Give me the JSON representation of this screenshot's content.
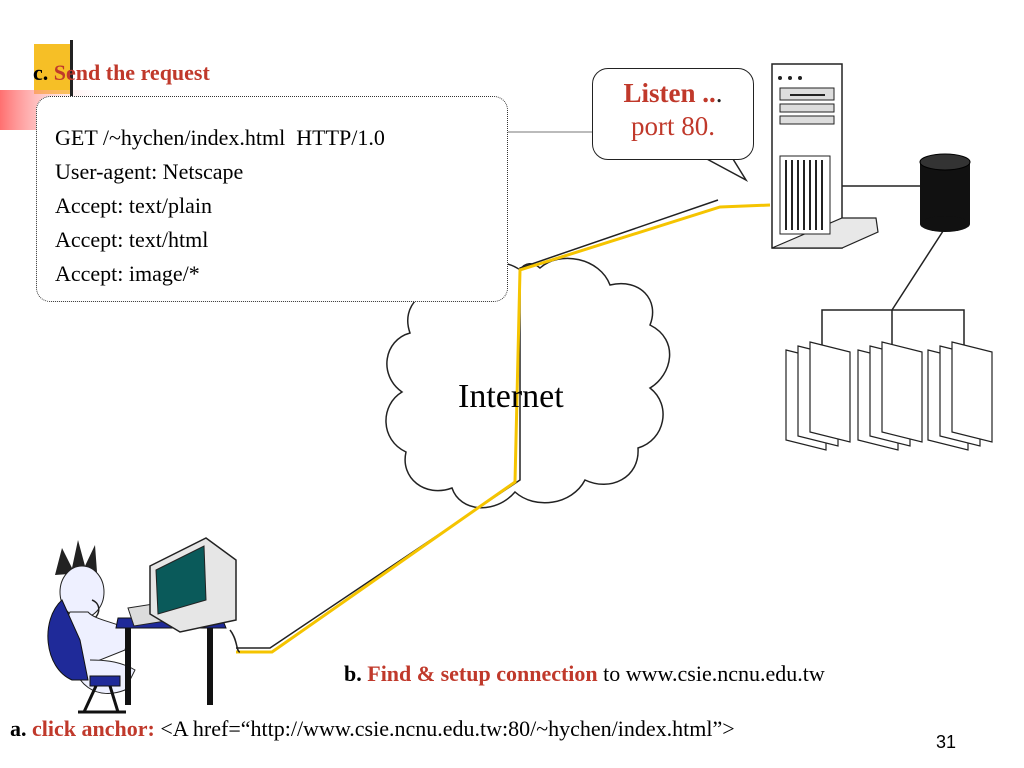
{
  "step_c": {
    "letter": "c.",
    "text": "Send the request"
  },
  "request": {
    "lines": [
      "GET /~hychen/index.html  HTTP/1.0",
      "User-agent: Netscape",
      "Accept: text/plain",
      "Accept: text/html",
      "Accept: image/*"
    ]
  },
  "listen": {
    "title": "Listen ..",
    "dot": ".",
    "port": "port 80."
  },
  "cloud_label": "Internet",
  "step_b": {
    "letter": "b.",
    "highlight": "Find & setup connection",
    "rest": " to www.csie.ncnu.edu.tw"
  },
  "step_a": {
    "letter": "a.",
    "highlight": "click anchor:",
    "rest": " <A href=“http://www.csie.ncnu.edu.tw:80/~hychen/index.html”>"
  },
  "page_number": "31",
  "colors": {
    "accent_red": "#c0392b",
    "connection_line": "#f5c400",
    "slide_accent": "#f4b400"
  }
}
